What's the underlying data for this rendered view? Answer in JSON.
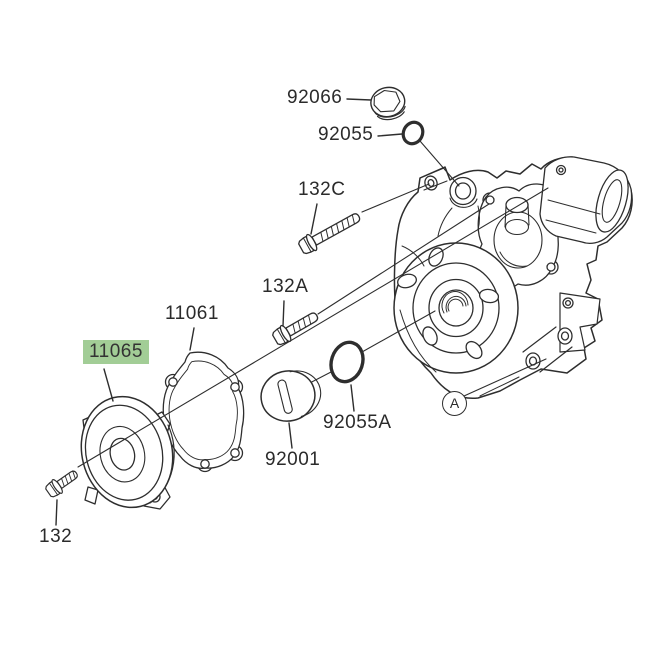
{
  "diagram": {
    "background": "#ffffff",
    "line_color": "#2e2e2e",
    "highlight_color": "#a2cd96",
    "labels": {
      "plug": "92066",
      "oring_small": "92055",
      "bolt_132c": "132C",
      "bolt_132a": "132A",
      "gasket": "11061",
      "cover": "11065",
      "bolt_132": "132",
      "cap": "92001",
      "oring_large": "92055A",
      "callout_a": "A"
    }
  }
}
